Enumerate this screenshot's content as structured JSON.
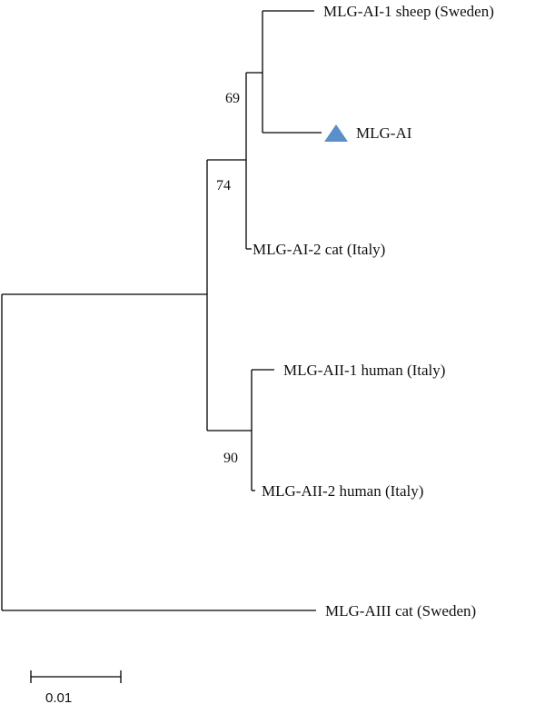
{
  "tree": {
    "taxa": [
      {
        "key": "sheep_sweden",
        "label": "MLG-AI-1 sheep (Sweden)"
      },
      {
        "key": "mlg_ai",
        "label": "MLG-AI",
        "marker": "triangle"
      },
      {
        "key": "cat_italy",
        "label": "MLG-AI-2 cat (Italy)"
      },
      {
        "key": "human_italy_1",
        "label": "MLG-AII-1 human (Italy)"
      },
      {
        "key": "human_italy_2",
        "label": "MLG-AII-2 human (Italy)"
      },
      {
        "key": "cat_sweden",
        "label": "MLG-AIII cat (Sweden)"
      }
    ],
    "bootstrap_values": {
      "ai_inner": "69",
      "ai_clade": "74",
      "aii_clade": "90"
    },
    "scale_bar": {
      "label": "0.01"
    },
    "colors": {
      "branch": "#000000",
      "marker": "#5b8fc9"
    }
  }
}
